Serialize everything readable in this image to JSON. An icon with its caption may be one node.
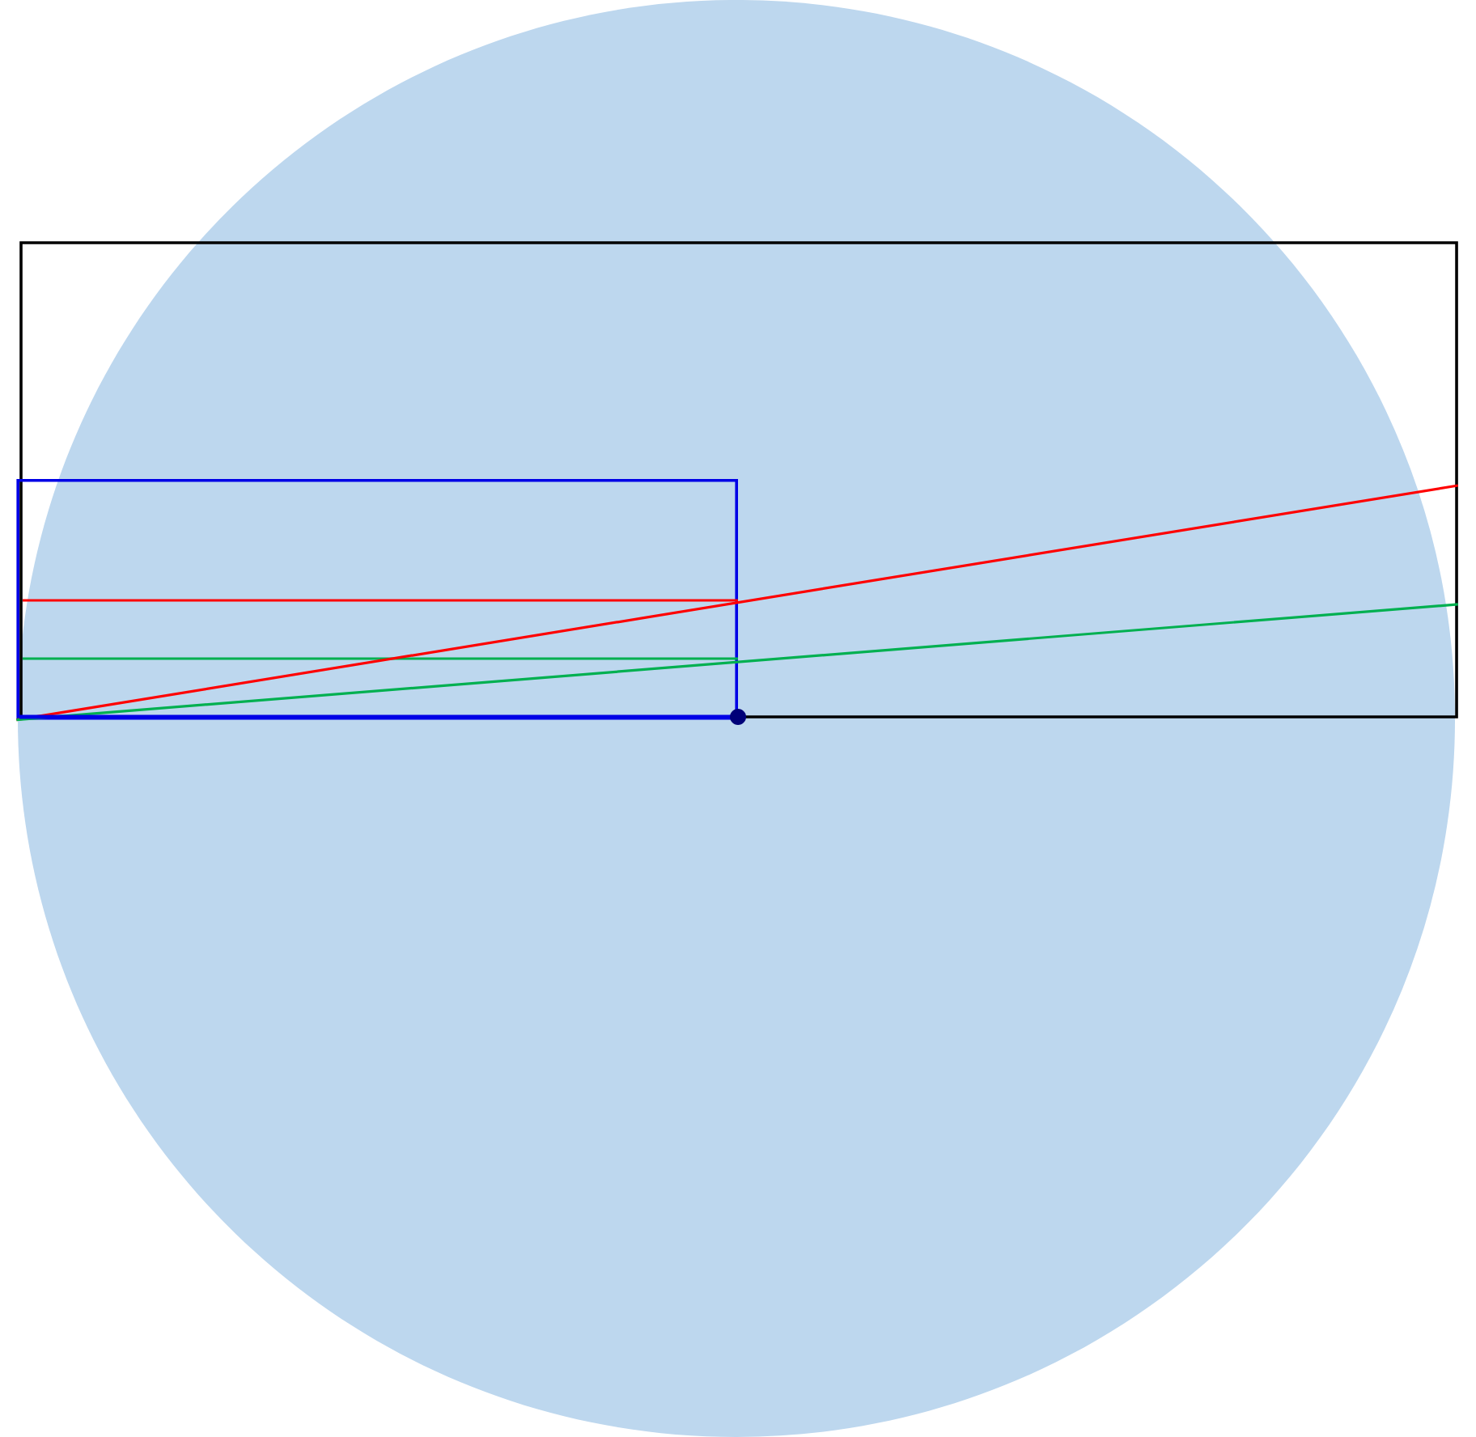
{
  "diagram": {
    "nodes": [
      {
        "text": [],
        "shape": "box"
      },
      {
        "text": [],
        "shape": "box",
        "in": 0
      },
      {
        "text": [],
        "shape": "dot"
      }
    ],
    "edges": [
      {
        "from": 1,
        "to": 0,
        "arrow": "none",
        "color": "#ff0000"
      },
      {
        "from": 1,
        "to": 0,
        "arrow": "none",
        "color": "#00b050"
      }
    ]
  }
}
